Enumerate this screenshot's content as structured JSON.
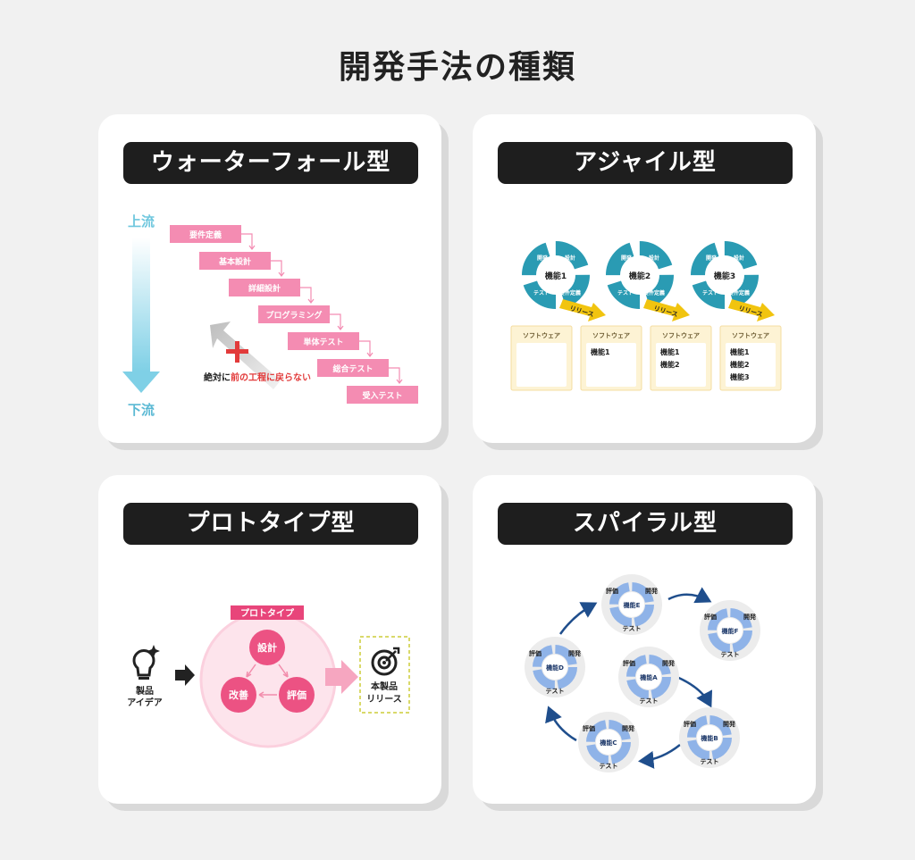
{
  "title": "開発手法の種類",
  "waterfall": {
    "heading": "ウォーターフォール型",
    "upstream": "上流",
    "downstream": "下流",
    "steps": [
      "要件定義",
      "基本設計",
      "詳細設計",
      "プログラミング",
      "単体テスト",
      "総合テスト",
      "受入テスト"
    ],
    "note_prefix": "絶対に",
    "note_emphasis": "前の工程に戻らない"
  },
  "agile": {
    "heading": "アジャイル型",
    "cycle_labels": {
      "top_left": "開発",
      "top_right": "設計",
      "bottom_left": "テスト",
      "bottom_right": "要件定義"
    },
    "release": "リリース",
    "iterations": [
      {
        "feature": "機能1",
        "software": "ソフトウェア",
        "items": []
      },
      {
        "feature": "機能2",
        "software": "ソフトウェア",
        "items": [
          "機能1"
        ]
      },
      {
        "feature": "機能3",
        "software": "ソフトウェア",
        "items": [
          "機能1",
          "機能2"
        ]
      },
      {
        "feature": "",
        "software": "ソフトウェア",
        "items": [
          "機能1",
          "機能2",
          "機能3"
        ]
      }
    ],
    "colors": {
      "cycle": "#2a9bb3",
      "release": "#f1c40f",
      "software_bg": "#fdf3d4"
    }
  },
  "prototype": {
    "heading": "プロトタイプ型",
    "idea": "製品\nアイデア",
    "idea_line1": "製品",
    "idea_line2": "アイデア",
    "tag": "プロトタイプ",
    "design": "設計",
    "improve": "改善",
    "evaluate": "評価",
    "release_line1": "本製品",
    "release_line2": "リリース",
    "icons": [
      "lightbulb-icon",
      "arrow-right-icon",
      "target-icon"
    ],
    "colors": {
      "accent": "#e8457a",
      "circle_bg": "#fde4ec"
    }
  },
  "spiral": {
    "heading": "スパイラル型",
    "labels": {
      "evaluate": "評価",
      "develop": "開発",
      "test": "テスト"
    },
    "nodes": [
      "機能A",
      "機能B",
      "機能C",
      "機能D",
      "機能E",
      "機能F"
    ],
    "colors": {
      "arrow": "#1f4e8c",
      "node": "#8fb3e8"
    }
  }
}
